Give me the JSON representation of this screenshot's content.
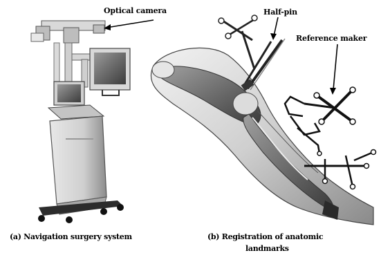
{
  "labels": {
    "optical_camera": "Optical camera",
    "half_pin": "Half-pin",
    "reference_maker": "Reference maker"
  },
  "captions": {
    "left": "(a) Navigation surgery system",
    "right_line1": "(b) Registration of anatomic",
    "right_line2": "landmarks"
  },
  "icons": {
    "arrow": "arrow-icon"
  }
}
